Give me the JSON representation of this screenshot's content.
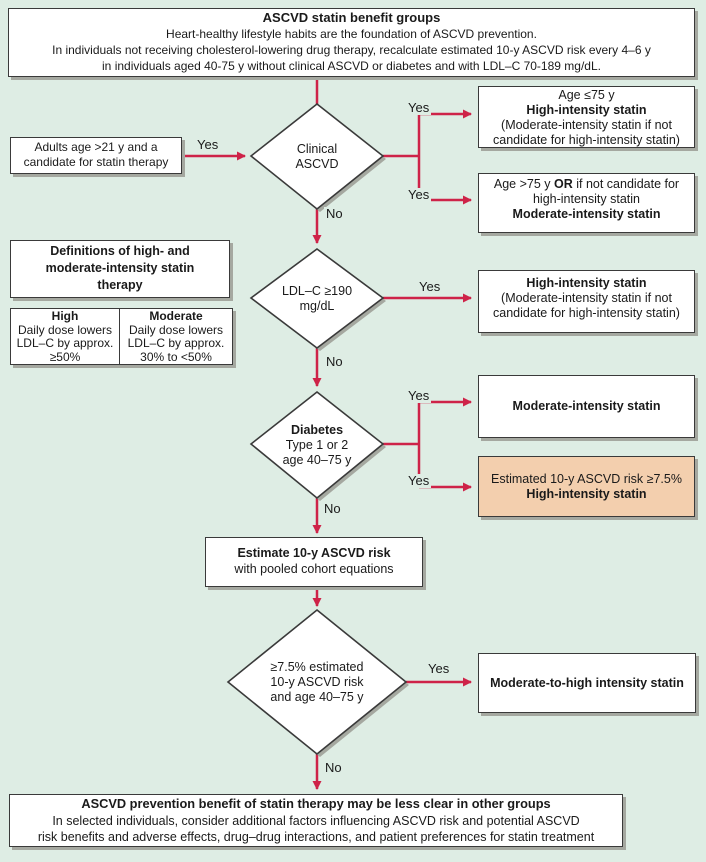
{
  "colors": {
    "background": "#deede4",
    "arrow_red": "#ce2348",
    "box_border": "#3a3a3a",
    "box_fill": "#ffffff",
    "highlight_box_fill": "#f3cfae",
    "shadow": "#a5a8a0"
  },
  "labels": {
    "yes": "Yes",
    "no": "No"
  },
  "header": {
    "title": "ASCVD statin benefit groups",
    "line2": "Heart-healthy lifestyle habits are the foundation of ASCVD prevention.",
    "line3": "In individuals not receiving cholesterol-lowering drug therapy, recalculate estimated 10-y ASCVD risk every 4–6 y",
    "line4": "in individuals aged 40-75 y without clinical ASCVD or diabetes and with LDL–C 70-189 mg/dL."
  },
  "entry_box": {
    "line1": "Adults age >21 y and a",
    "line2": "candidate for statin therapy"
  },
  "definitions": {
    "title_line1": "Definitions of high- and",
    "title_line2": "moderate-intensity statin",
    "title_line3": "therapy",
    "table": {
      "left": {
        "header": "High",
        "line1": "Daily dose lowers",
        "line2": "LDL–C by approx.",
        "line3": "≥50%"
      },
      "right": {
        "header": "Moderate",
        "line1": "Daily dose lowers",
        "line2": "LDL–C by approx.",
        "line3": "30% to <50%"
      }
    }
  },
  "diamonds": {
    "clinical": {
      "line1": "Clinical",
      "line2": "ASCVD"
    },
    "ldl": {
      "line1": "LDL–C ≥190",
      "line2": "mg/dL"
    },
    "diabetes": {
      "line1_bold": "Diabetes",
      "line2": "Type 1 or 2",
      "line3": "age 40–75 y"
    },
    "risk": {
      "line1": "≥7.5% estimated",
      "line2": "10-y ASCVD risk",
      "line3": "and age 40–75 y"
    }
  },
  "outcome_boxes": {
    "age_le75": {
      "line1": "Age ≤75 y",
      "line2_bold": "High-intensity statin",
      "line3": "(Moderate-intensity statin if not",
      "line4": "candidate for high-intensity statin)"
    },
    "age_gt75": {
      "line1_pre": "Age >75 y ",
      "line1_bold": "OR",
      "line1_post": " if not candidate for",
      "line2": "high-intensity statin",
      "line3_bold": "Moderate-intensity statin"
    },
    "ldl_yes": {
      "line1_bold": "High-intensity statin",
      "line2": "(Moderate-intensity statin if not",
      "line3": "candidate for high-intensity statin)"
    },
    "diabetes_moderate": {
      "line1_bold": "Moderate-intensity statin"
    },
    "diabetes_high_risk": {
      "line1": "Estimated 10-y ASCVD risk ≥7.5%",
      "line2_bold": "High-intensity statin"
    },
    "risk_yes": {
      "line1_bold": "Moderate-to-high intensity statin"
    }
  },
  "estimate_box": {
    "line1_bold": "Estimate 10-y ASCVD risk",
    "line2": "with pooled cohort equations"
  },
  "footer_box": {
    "line1_bold": "ASCVD prevention benefit of statin therapy may be less clear in other groups",
    "line2": "In selected individuals, consider additional factors influencing ASCVD risk and potential ASCVD",
    "line3": "risk benefits and adverse effects, drug–drug interactions, and patient preferences for statin treatment"
  }
}
